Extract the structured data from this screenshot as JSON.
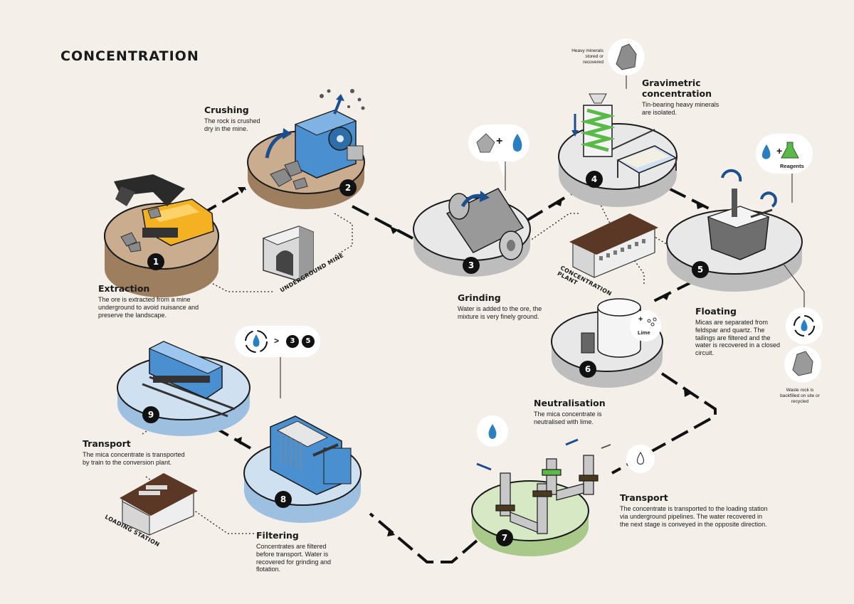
{
  "title": "CONCENTRATION",
  "steps": [
    {
      "number": "1",
      "title": "Extraction",
      "text": "The ore is extracted from a mine underground to avoid nuisance and preserve the landscape."
    },
    {
      "number": "2",
      "title": "Crushing",
      "text": "The rock is crushed dry in the mine."
    },
    {
      "number": "3",
      "title": "Grinding",
      "text": "Water is added to the ore, the mixture is very finely ground."
    },
    {
      "number": "4",
      "title": "Gravimetric concentration",
      "text": "Tin-bearing heavy minerals are isolated."
    },
    {
      "number": "5",
      "title": "Floating",
      "text": "Micas are separated from feldspar and quartz. The tailings are filtered and the water is recovered in a closed circuit."
    },
    {
      "number": "6",
      "title": "Neutralisation",
      "text": "The mica concentrate is neutralised with lime."
    },
    {
      "number": "7",
      "title": "Transport",
      "text": "The concentrate is transported to the loading station via underground pipelines. The water recovered in the next stage is conveyed in the opposite direction."
    },
    {
      "number": "8",
      "title": "Filtering",
      "text": "Concentrates are filtered before transport. Water is recovered for grinding and flotation."
    },
    {
      "number": "9",
      "title": "Transport",
      "text": "The mica concentrate is transported by train to the conversion plant."
    }
  ],
  "labels": {
    "underground_mine": "UNDERGROUND MINE",
    "concentration_plant": "CONCENTRATION PLANT",
    "loading_station": "LOADING STATION",
    "heavy_minerals": "Heavy minerals stored or recovered",
    "reagents": "Reagents",
    "lime": "Lime",
    "waste_rock": "Waste rock is backfilled on site or recycled",
    "recycle_targets": [
      "3",
      "5"
    ],
    "recycle_arrow": ">",
    "plus": "+"
  },
  "colors": {
    "background": "#f4efe9",
    "path": "#111111",
    "disc_brown": "#c9ad8e",
    "disc_grey": "#e3e3e3",
    "disc_blue": "#cfe0f1",
    "disc_green": "#d7e8c4",
    "water": "#2a7fc1",
    "machine_yellow": "#f4b223",
    "machine_blue": "#4a8fd0",
    "reagent_green": "#5bb94a"
  }
}
